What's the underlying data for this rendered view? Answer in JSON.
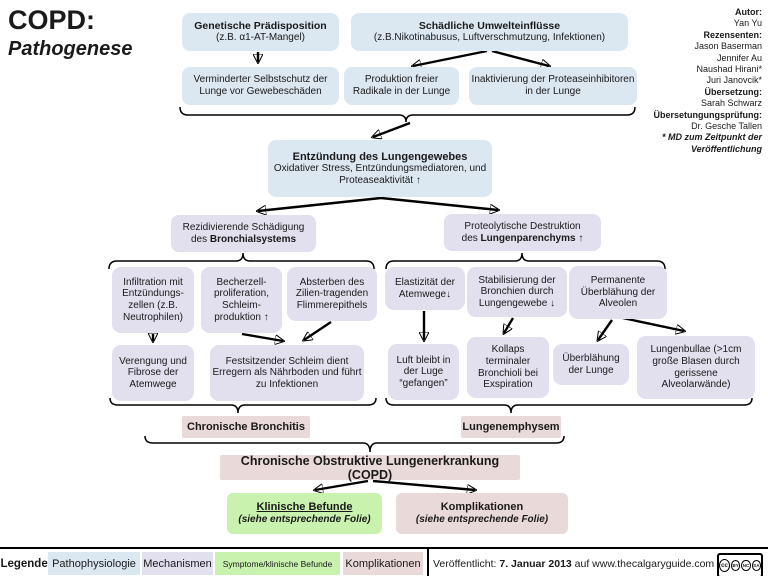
{
  "header": {
    "title_line1": "COPD:",
    "title_line2": "Pathogenese"
  },
  "credits": [
    "Autor:",
    "Yan Yu",
    "Rezensenten:",
    "Jason Baserman",
    "Jennifer Au",
    "Naushad Hirani*",
    "Juri Janovcik*",
    "Übersetzung:",
    "Sarah Schwarz",
    "Übersetungungsprüfung:",
    "Dr. Gesche Tallen",
    "* MD zum Zeitpunkt der",
    "Veröffentlichung"
  ],
  "nodes": {
    "genetic": {
      "line1": "Genetische Prädisposition",
      "line2": "(z.B. α1-AT-Mangel)"
    },
    "environment": {
      "line1": "Schädliche Umwelteinflüsse",
      "line2": "(z.B.Nikotinabusus, Luftverschmutzung, Infektionen)"
    },
    "selfprotect": {
      "text": "Verminderter Selbstschutz der Lunge vor Gewebeschäden"
    },
    "radicals": {
      "text": "Produktion freier Radikale in der Lunge"
    },
    "inactivation": {
      "text": "Inaktivierung der Proteaseinhibitoren in der Lunge"
    },
    "inflammation": {
      "line1": "Entzündung des Lungengewebes",
      "line2": "Oxidativer Stress, Entzündungsmediatoren, und Proteaseaktivität ↑"
    },
    "bronchial": {
      "line1": "Rezidivierende Schädigung",
      "line2_pre": "des ",
      "line2_bold": "Bronchialsystems"
    },
    "parenchyma": {
      "line1": "Proteolytische Destruktion",
      "line2_pre": "des ",
      "line2_bold": "Lungenparenchyms ↑"
    },
    "infiltration": {
      "text": "Infiltration mit Entzündungs-zellen (z.B. Neutrophilen)"
    },
    "goblet": {
      "text": "Becherzell-proliferation, Schleim-produktion ↑"
    },
    "cilia": {
      "text": "Absterben des Zilien-tragenden Flimmerepithels"
    },
    "elasticity": {
      "text": "Elastizität der Atemwege↓"
    },
    "stabilization": {
      "text": "Stabilisierung der Bronchien durch Lungengewebe ↓"
    },
    "hyperinflation_alveoli": {
      "text": "Permanente Überblähung der Alveolen"
    },
    "narrowing": {
      "text": "Verengung und Fibrose der Atemwege"
    },
    "mucus": {
      "text": "Festsitzender Schleim dient Erregern als Nährboden und führt zu Infektionen"
    },
    "airtrapping": {
      "text": "Luft bleibt in der Luge “gefangen”"
    },
    "collapse": {
      "text": "Kollaps terminaler Bronchioli bei Exspiration"
    },
    "hyperinflation_lung": {
      "text": "Überblähung der Lunge"
    },
    "bullae": {
      "text": "Lungenbullae (>1cm große Blasen durch gerissene Alveolarwände)"
    },
    "bronchitis": {
      "text": "Chronische Bronchitis"
    },
    "emphysema": {
      "text": "Lungenemphysem"
    },
    "copd": {
      "text": "Chronische Obstruktive Lungenerkrankung (COPD)"
    },
    "clinical": {
      "line1": "Klinische Befunde",
      "line2": "(siehe entsprechende Folie)"
    },
    "complications": {
      "line1": "Komplikationen",
      "line2": "(siehe entsprechende Folie)"
    }
  },
  "legend": {
    "title": "Legende:",
    "items": [
      {
        "label": "Pathophysiologie",
        "color": "#dbe7f1"
      },
      {
        "label": "Mechanismen",
        "color": "#e2dfee"
      },
      {
        "label": "Symptome/klinische Befunde",
        "color": "#c8f2ae"
      },
      {
        "label": "Komplikationen",
        "color": "#e9d9d8"
      }
    ]
  },
  "footer": {
    "published_prefix": "Veröffentlicht: ",
    "published_date": "7. Januar 2013",
    "published_suffix": " auf www.thecalgaryguide.com",
    "license": "CC BY-NC-SA",
    "cc_parts": [
      "cc",
      "BY",
      "NC",
      "SA"
    ]
  },
  "colors": {
    "pathophysiology_blue": "#dbe7f1",
    "mechanism_lavender": "#e2dfee",
    "findings_green": "#c8f2ae",
    "complication_rose": "#e9d9d8",
    "arrow_black": "#000000",
    "text": "#1a1a1a",
    "background": "#ffffff"
  }
}
